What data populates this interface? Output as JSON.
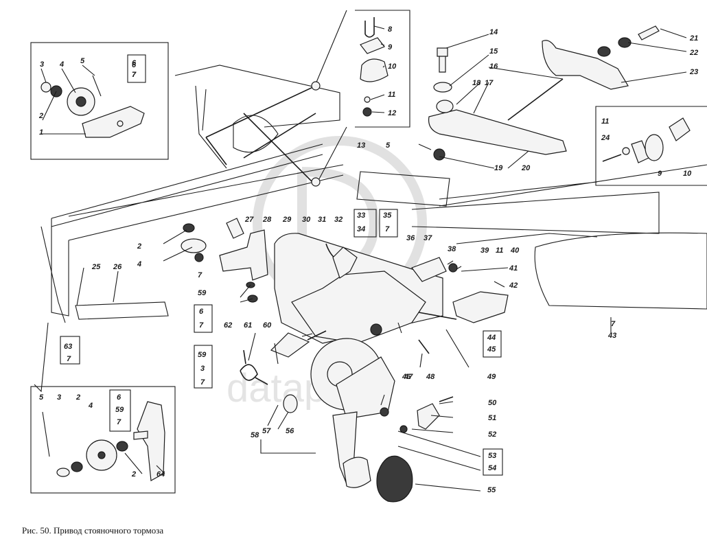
{
  "caption": "Рис. 50. Привод стояночного тормоза",
  "watermark": {
    "text": "dataparts",
    "logo": "dp-logo"
  },
  "callouts": [
    {
      "id": "c1",
      "text": "3"
    },
    {
      "id": "c2",
      "text": "4"
    },
    {
      "id": "c3",
      "text": "5"
    },
    {
      "id": "c4",
      "text": "6"
    },
    {
      "id": "c5",
      "text": "7"
    },
    {
      "id": "c6",
      "text": "2"
    },
    {
      "id": "c7",
      "text": "1"
    },
    {
      "id": "c8",
      "text": "8"
    },
    {
      "id": "c9",
      "text": "9"
    },
    {
      "id": "c10",
      "text": "10"
    },
    {
      "id": "c11",
      "text": "11"
    },
    {
      "id": "c12",
      "text": "12"
    },
    {
      "id": "c13",
      "text": "14"
    },
    {
      "id": "c14",
      "text": "15"
    },
    {
      "id": "c15",
      "text": "16"
    },
    {
      "id": "c16",
      "text": "18"
    },
    {
      "id": "c17",
      "text": "17"
    },
    {
      "id": "c18",
      "text": "21"
    },
    {
      "id": "c19",
      "text": "22"
    },
    {
      "id": "c20",
      "text": "23"
    },
    {
      "id": "c21",
      "text": "13"
    },
    {
      "id": "c22",
      "text": "5"
    },
    {
      "id": "c23",
      "text": "19"
    },
    {
      "id": "c24",
      "text": "20"
    },
    {
      "id": "c25",
      "text": "11"
    },
    {
      "id": "c26",
      "text": "24"
    },
    {
      "id": "c27",
      "text": "9"
    },
    {
      "id": "c28",
      "text": "10"
    },
    {
      "id": "c29",
      "text": "2"
    },
    {
      "id": "c30",
      "text": "4"
    },
    {
      "id": "c31",
      "text": "27"
    },
    {
      "id": "c32",
      "text": "28"
    },
    {
      "id": "c33",
      "text": "29"
    },
    {
      "id": "c34",
      "text": "30"
    },
    {
      "id": "c35",
      "text": "31"
    },
    {
      "id": "c36",
      "text": "32"
    },
    {
      "id": "c37",
      "text": "33"
    },
    {
      "id": "c38",
      "text": "34"
    },
    {
      "id": "c39",
      "text": "35"
    },
    {
      "id": "c40",
      "text": "7"
    },
    {
      "id": "c41",
      "text": "36"
    },
    {
      "id": "c42",
      "text": "37"
    },
    {
      "id": "c43",
      "text": "38"
    },
    {
      "id": "c44",
      "text": "39"
    },
    {
      "id": "c45",
      "text": "11"
    },
    {
      "id": "c46",
      "text": "40"
    },
    {
      "id": "c47",
      "text": "41"
    },
    {
      "id": "c48",
      "text": "42"
    },
    {
      "id": "c49",
      "text": "25"
    },
    {
      "id": "c50",
      "text": "26"
    },
    {
      "id": "c51",
      "text": "7"
    },
    {
      "id": "c52",
      "text": "59"
    },
    {
      "id": "c53",
      "text": "6"
    },
    {
      "id": "c54",
      "text": "7"
    },
    {
      "id": "c55",
      "text": "63"
    },
    {
      "id": "c56",
      "text": "7"
    },
    {
      "id": "c57",
      "text": "59"
    },
    {
      "id": "c58",
      "text": "3"
    },
    {
      "id": "c59",
      "text": "7"
    },
    {
      "id": "c60",
      "text": "62"
    },
    {
      "id": "c61",
      "text": "61"
    },
    {
      "id": "c62",
      "text": "60"
    },
    {
      "id": "c63",
      "text": "47"
    },
    {
      "id": "c64",
      "text": "48"
    },
    {
      "id": "c65",
      "text": "49"
    },
    {
      "id": "c66",
      "text": "44"
    },
    {
      "id": "c67",
      "text": "45"
    },
    {
      "id": "c68",
      "text": "7"
    },
    {
      "id": "c69",
      "text": "43"
    },
    {
      "id": "c70",
      "text": "46"
    },
    {
      "id": "c71",
      "text": "50"
    },
    {
      "id": "c72",
      "text": "51"
    },
    {
      "id": "c73",
      "text": "52"
    },
    {
      "id": "c74",
      "text": "53"
    },
    {
      "id": "c75",
      "text": "54"
    },
    {
      "id": "c76",
      "text": "55"
    },
    {
      "id": "c77",
      "text": "57"
    },
    {
      "id": "c78",
      "text": "56"
    },
    {
      "id": "c79",
      "text": "58"
    },
    {
      "id": "c80",
      "text": "5"
    },
    {
      "id": "c81",
      "text": "3"
    },
    {
      "id": "c82",
      "text": "2"
    },
    {
      "id": "c83",
      "text": "4"
    },
    {
      "id": "c84",
      "text": "6"
    },
    {
      "id": "c85",
      "text": "59"
    },
    {
      "id": "c86",
      "text": "7"
    },
    {
      "id": "c87",
      "text": "2"
    },
    {
      "id": "c88",
      "text": "64"
    },
    {
      "id": "c89",
      "text": "6"
    },
    {
      "id": "c90",
      "text": "7"
    }
  ]
}
